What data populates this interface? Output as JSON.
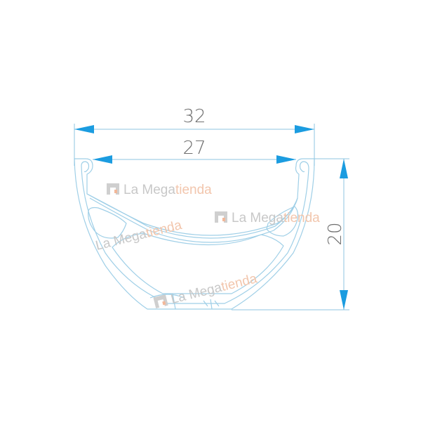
{
  "drawing": {
    "outline_color": "#9fcfe7",
    "dimension_line_color": "#8fc6e2",
    "arrow_color": "#1b9ce0",
    "label_color": "#6f6f6f",
    "dimensions": {
      "outer_width": "32",
      "inner_width": "27",
      "height": "20"
    }
  },
  "watermark": {
    "brand_main": "La Mega",
    "brand_accent": "tienda",
    "main_color": "#c8c8c8",
    "accent_color": "#f2c6ad"
  }
}
